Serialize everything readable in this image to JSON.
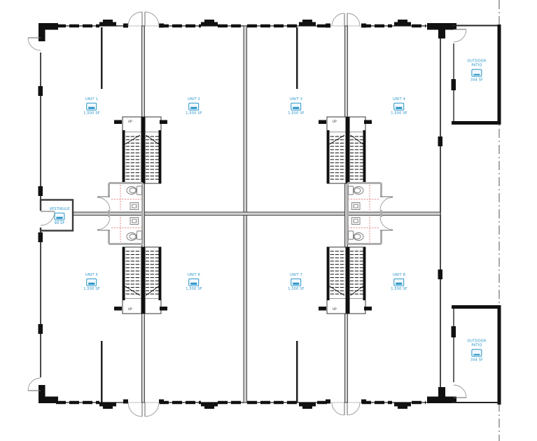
{
  "colors": {
    "label_blue": "#2b95c9",
    "wall_dark": "#1b1b1b",
    "wall_gray": "#adadad",
    "clearance_red": "#d86e6e"
  },
  "units": [
    {
      "name": "UNIT 1",
      "area": "1,500 SF"
    },
    {
      "name": "UNIT 2",
      "area": "1,500 SF"
    },
    {
      "name": "UNIT 3",
      "area": "1,500 SF"
    },
    {
      "name": "UNIT 4",
      "area": "1,500 SF"
    },
    {
      "name": "UNIT 5",
      "area": "1,500 SF"
    },
    {
      "name": "UNIT 6",
      "area": "1,500 SF"
    },
    {
      "name": "UNIT 7",
      "area": "1,500 SF"
    },
    {
      "name": "UNIT 8",
      "area": "1,500 SF"
    }
  ],
  "rooms": {
    "patio_top": {
      "line1": "OUTDOOR",
      "line2": "PATIO",
      "area": "344 SF"
    },
    "patio_bottom": {
      "line1": "OUTDOOR",
      "line2": "PATIO",
      "area": "344 SF"
    },
    "vestibule": {
      "name": "VESTIBULE",
      "area": "98 SF"
    }
  },
  "stairs": {
    "up_label": "UP"
  }
}
